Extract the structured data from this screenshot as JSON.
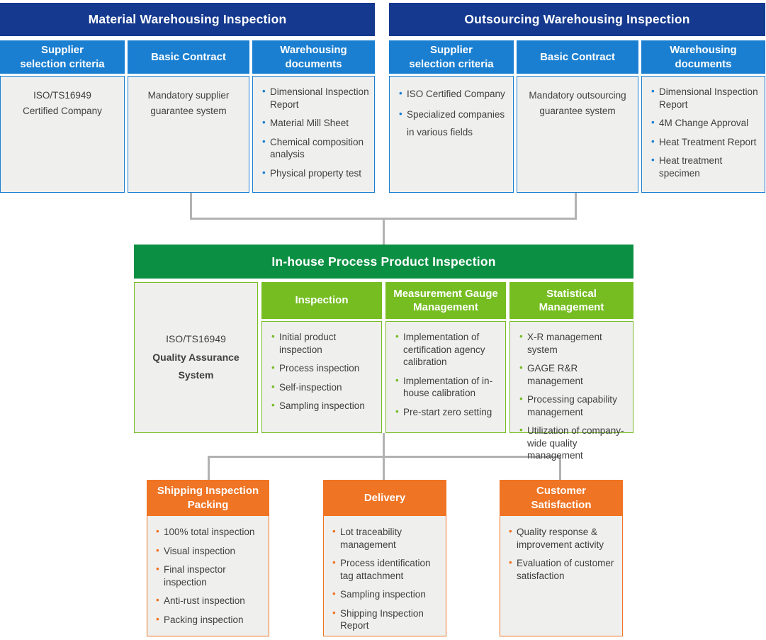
{
  "colors": {
    "blue-dark": "#14398f",
    "blue": "#1a7fd1",
    "green-dark": "#0b9043",
    "green": "#76bd22",
    "orange": "#ef7424",
    "panel": "#efefee",
    "text": "#3f3f3f",
    "line": "#b2b2b2"
  },
  "material": {
    "title": "Material Warehousing Inspection",
    "col1": {
      "header1": "Supplier",
      "header2": "selection criteria",
      "lines": [
        "ISO/TS16949",
        "Certified Company"
      ]
    },
    "col2": {
      "header1": "Basic Contract",
      "lines": [
        "Mandatory supplier",
        "guarantee system"
      ]
    },
    "col3": {
      "header1": "Warehousing",
      "header2": "documents",
      "items": [
        "Dimensional Inspection Report",
        "Material Mill Sheet",
        "Chemical composition analysis",
        "Physical property test"
      ]
    }
  },
  "outsourcing": {
    "title": "Outsourcing Warehousing Inspection",
    "col1": {
      "header1": "Supplier",
      "header2": "selection criteria",
      "items": [
        "ISO Certified Company",
        "Specialized companies in various fields"
      ]
    },
    "col2": {
      "header1": "Basic Contract",
      "lines": [
        "Mandatory outsourcing",
        "guarantee system"
      ]
    },
    "col3": {
      "header1": "Warehousing",
      "header2": "documents",
      "items": [
        "Dimensional Inspection Report",
        "4M Change Approval",
        "Heat Treatment Report",
        "Heat treatment specimen"
      ]
    }
  },
  "inhouse": {
    "title": "In-house Process Product Inspection",
    "iso_box": {
      "line1": "ISO/TS16949",
      "line2": "Quality Assurance System"
    },
    "col1": {
      "header1": "Inspection",
      "items": [
        "Initial product inspection",
        "Process inspection",
        "Self-inspection",
        "Sampling inspection"
      ]
    },
    "col2": {
      "header1": "Measurement Gauge",
      "header2": "Management",
      "items": [
        "Implementation of certification agency calibration",
        "Implementation of in-house calibration",
        "Pre-start zero setting"
      ]
    },
    "col3": {
      "header1": "Statistical",
      "header2": "Management",
      "items": [
        "X-R management system",
        "GAGE R&R management",
        "Processing capability management",
        "Utilization of company-wide quality management"
      ]
    }
  },
  "shipping": {
    "header1": "Shipping Inspection",
    "header2": "Packing",
    "items": [
      "100% total inspection",
      "Visual inspection",
      "Final inspector inspection",
      "Anti-rust inspection",
      "Packing inspection"
    ]
  },
  "delivery": {
    "header1": "Delivery",
    "items": [
      "Lot traceability management",
      "Process identification tag attachment",
      "Sampling inspection",
      "Shipping Inspection Report"
    ]
  },
  "customer": {
    "header1": "Customer",
    "header2": "Satisfaction",
    "items": [
      "Quality response & improvement activity",
      "Evaluation of customer satisfaction"
    ]
  }
}
